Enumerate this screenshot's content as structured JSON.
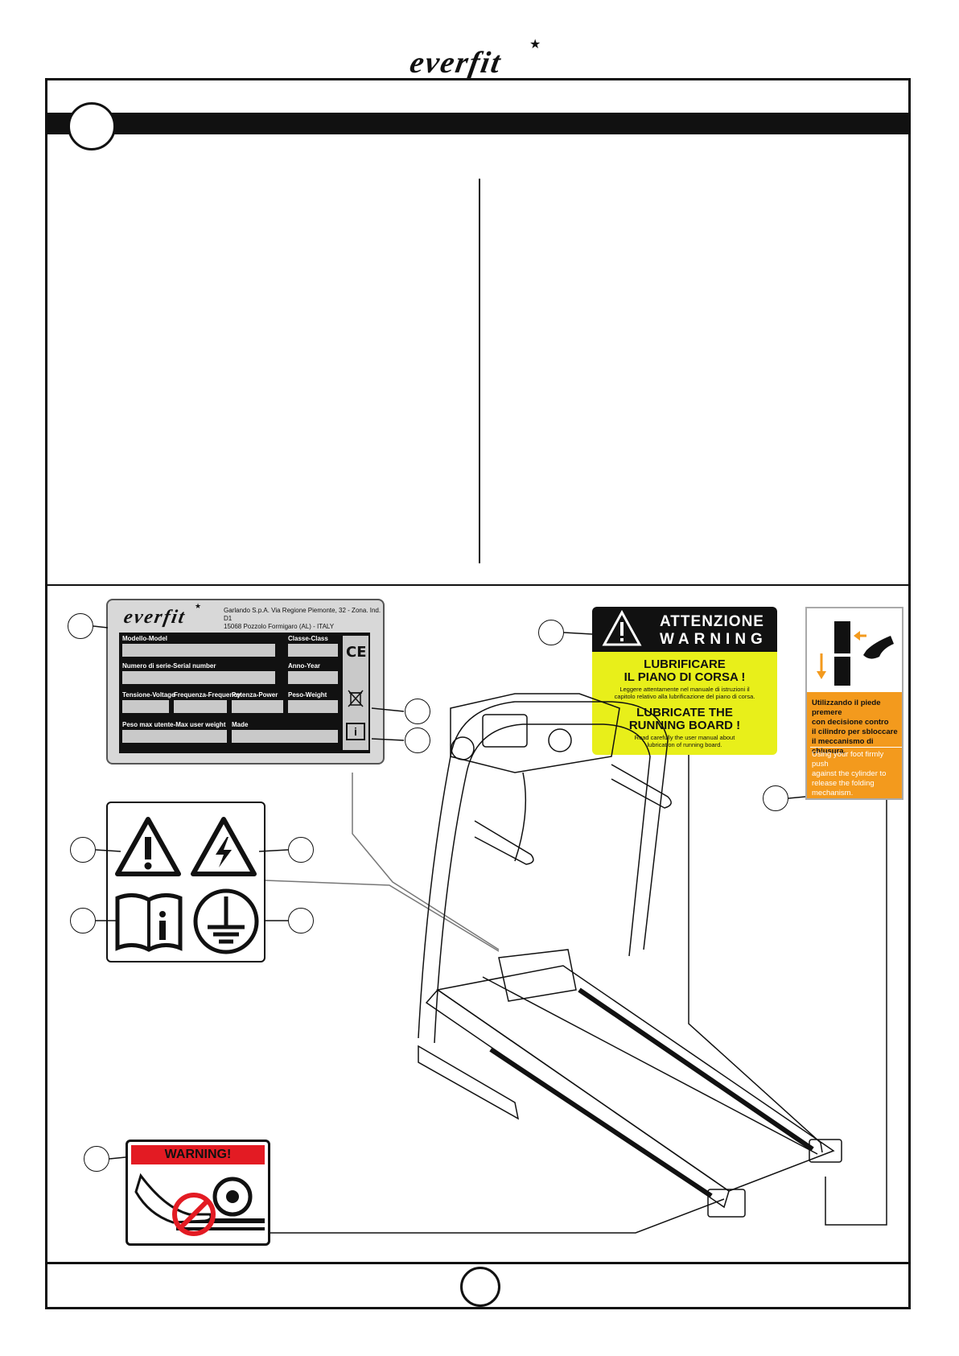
{
  "brand": {
    "logo": "everfit"
  },
  "rating_plate": {
    "logo": "everfit",
    "address_line1": "Garlando S.p.A. Via Regione Piemonte, 32 - Zona. Ind. D1",
    "address_line2": "15068 Pozzolo Formigaro (AL) - ITALY",
    "model_label": "Modello-Model",
    "class_label": "Classe-Class",
    "serial_label": "Numero di serie-Serial number",
    "year_label": "Anno-Year",
    "voltage_label": "Tensione-Voltage",
    "frequency_label": "Frequenza-Frequency",
    "power_label": "Potenza-Power",
    "weight_label": "Peso-Weight",
    "max_user_label": "Peso max utente-Max user weight",
    "made_label": "Made",
    "ce_mark": "CE",
    "info_glyph": "i"
  },
  "warning_label": {
    "title_it": "ATTENZIONE",
    "title_en": "WARNING",
    "head_it_1": "LUBRIFICARE",
    "head_it_2": "IL PIANO DI CORSA !",
    "body_it_1": "Leggere attentamente nel manuale di istruzioni il",
    "body_it_2": "capitolo relativo alla lubrificazione del piano di corsa.",
    "head_en_1": "LUBRICATE THE",
    "head_en_2": "RUNNING BOARD !",
    "body_en_1": "Read carefully the user manual about",
    "body_en_2": "lubrication of running board.",
    "bg_color": "#e8ef1a",
    "header_color": "#111111"
  },
  "folding_label": {
    "it_1": "Utilizzando il piede premere",
    "it_2": "con decisione contro",
    "it_3": "il cilindro per sbloccare",
    "it_4": "il meccanismo di chiusura.",
    "en_1": "Using your foot firmly push",
    "en_2": "against the cylinder to",
    "en_3": "release the folding",
    "en_4": "mechanism.",
    "bg_color": "#f39a1d"
  },
  "symbols": {
    "info_glyph": "i",
    "icons": [
      "warning-triangle-icon",
      "high-voltage-icon",
      "read-manual-icon",
      "ground-icon"
    ]
  },
  "hand_warning": {
    "title": "WARNING!",
    "header_color": "#e31b23"
  }
}
